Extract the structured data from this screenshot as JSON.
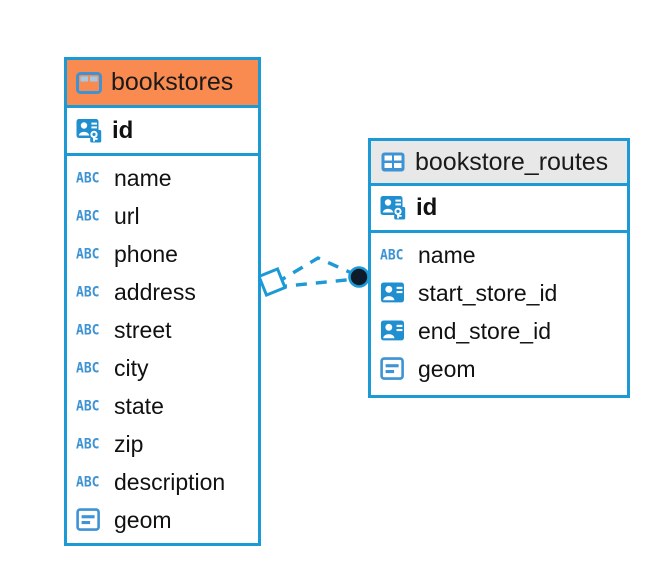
{
  "diagram": {
    "type": "entity-relationship-diagram",
    "background": "#ffffff",
    "accent_color": "#1b9ad6",
    "highlight_color": "#f98b50",
    "header_gray": "#e8e8e8",
    "entities": [
      {
        "name": "bookstores",
        "icon": "table-icon",
        "header_color": "#f98b50",
        "header_selected": true,
        "primary_key": {
          "name": "id",
          "icon": "primary-key-icon"
        },
        "columns": [
          {
            "name": "name",
            "icon": "abc-text-icon",
            "type_label": "ABC"
          },
          {
            "name": "url",
            "icon": "abc-text-icon",
            "type_label": "ABC"
          },
          {
            "name": "phone",
            "icon": "abc-text-icon",
            "type_label": "ABC"
          },
          {
            "name": "address",
            "icon": "abc-text-icon",
            "type_label": "ABC"
          },
          {
            "name": "street",
            "icon": "abc-text-icon",
            "type_label": "ABC"
          },
          {
            "name": "city",
            "icon": "abc-text-icon",
            "type_label": "ABC"
          },
          {
            "name": "state",
            "icon": "abc-text-icon",
            "type_label": "ABC"
          },
          {
            "name": "zip",
            "icon": "abc-text-icon",
            "type_label": "ABC"
          },
          {
            "name": "description",
            "icon": "abc-text-icon",
            "type_label": "ABC"
          },
          {
            "name": "geom",
            "icon": "geometry-icon",
            "type_label": ""
          }
        ]
      },
      {
        "name": "bookstore_routes",
        "icon": "table-icon",
        "header_color": "#e8e8e8",
        "header_selected": false,
        "primary_key": {
          "name": "id",
          "icon": "primary-key-icon"
        },
        "columns": [
          {
            "name": "name",
            "icon": "abc-text-icon",
            "type_label": "ABC"
          },
          {
            "name": "start_store_id",
            "icon": "foreign-key-icon",
            "type_label": ""
          },
          {
            "name": "end_store_id",
            "icon": "foreign-key-icon",
            "type_label": ""
          },
          {
            "name": "geom",
            "icon": "geometry-icon",
            "type_label": ""
          }
        ]
      }
    ],
    "relationship": {
      "style": "dashed",
      "color": "#1b9ad6",
      "source_endpoint": "diamond",
      "target_endpoint": "filled-dot",
      "target_dot_color": "#0d1b2a",
      "branches": 2
    }
  }
}
